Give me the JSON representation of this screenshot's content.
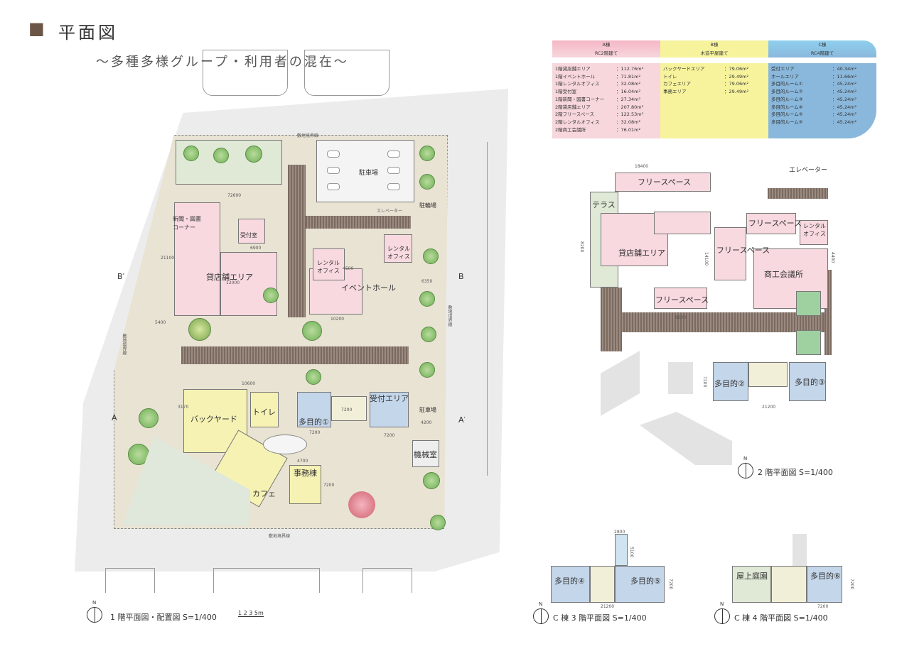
{
  "header": {
    "title_marker": "■",
    "title": "平面図",
    "subtitle": "～多種多様グループ・利用者の混在～"
  },
  "table": {
    "columns": [
      {
        "name": "A棟",
        "structure": "RC2階建て",
        "color": "#f7d6dc",
        "rows": [
          [
            "1階貸店舗エリア",
            "：112.76m²"
          ],
          [
            "1階イベントホール",
            "：71.81m²"
          ],
          [
            "1階レンタルオフィス",
            "：32.08m²"
          ],
          [
            "1階受付室",
            "：16.04m²"
          ],
          [
            "1階新聞・図書コーナー",
            "：27.34m²"
          ],
          [
            "2階貸店舗エリア",
            "：207.80m²"
          ],
          [
            "2階フリースペース",
            "：122.53m²"
          ],
          [
            "2階レンタルオフィス",
            "：32.08m²"
          ],
          [
            "2階商工会議所",
            "：76.01m²"
          ]
        ]
      },
      {
        "name": "B棟",
        "structure": "木造平屋建て",
        "color": "#f6f39c",
        "rows": [
          [
            "バックヤードエリア",
            "：79.06m²"
          ],
          [
            "トイレ",
            "：29.49m²"
          ],
          [
            "カフェエリア",
            "：79.06m²"
          ],
          [
            "事務エリア",
            "：29.49m²"
          ]
        ]
      },
      {
        "name": "C棟",
        "structure": "RC4階建て",
        "color": "#8ab8dc",
        "rows": [
          [
            "受付エリア",
            "：40.34m²"
          ],
          [
            "ホールエリア",
            "：11.66m²"
          ],
          [
            "多目的ルーム①",
            "：45.24m²"
          ],
          [
            "多目的ルーム②",
            "：45.24m²"
          ],
          [
            "多目的ルーム③",
            "：45.24m²"
          ],
          [
            "多目的ルーム④",
            "：45.24m²"
          ],
          [
            "多目的ルーム⑤",
            "：45.24m²"
          ],
          [
            "多目的ルーム⑥",
            "：45.24m²"
          ]
        ]
      }
    ]
  },
  "plan1": {
    "boundary_top": "敷地境界線",
    "boundary_bottom": "敷地境界線",
    "boundary_left": "敷地境界線",
    "boundary_right": "敷地境界線",
    "parking": "駐車場",
    "bike": "駐輪場",
    "elevator": "エレベーター",
    "newspaper": "新聞・図書\nコーナー",
    "reception": "受付室",
    "retail": "貸店舗エリア",
    "rental": "レンタル\nオフィス",
    "rental2": "レンタル\nオフィス",
    "event": "イベントホール",
    "backyard": "バックヤード",
    "toilet": "トイレ",
    "multi1": "多目的①",
    "reception_area": "受付エリア",
    "parking2": "駐車場",
    "machine": "機械室",
    "cafe": "カフェ",
    "office": "事務棟",
    "dims": [
      "72600",
      "21100",
      "6900",
      "10200",
      "5400",
      "10600",
      "7200",
      "7200",
      "7200",
      "4200",
      "4700",
      "7200",
      "3170",
      "6350",
      "4500",
      "12000"
    ],
    "section_b": "B′",
    "section_b2": "B",
    "section_a": "A",
    "section_a2": "A′",
    "caption": "1 階平面図・配置図  S=1/400",
    "scale": "1 2 3    5m"
  },
  "plan2": {
    "free1": "フリースペース",
    "terrace": "テラス",
    "retail": "貸店舗エリア",
    "free2": "フリースペース",
    "free3": "フリースペース",
    "free4": "フリースペース",
    "rental": "レンタル\nオフィス",
    "chamber": "商工会議所",
    "elevator": "エレベーター",
    "multi2": "多目的②",
    "multi3": "多目的③",
    "dims": [
      "18400",
      "8200",
      "14100",
      "4400",
      "8600",
      "7200",
      "21200"
    ],
    "caption": "2 階平面図  S=1/400"
  },
  "plan3": {
    "multi4": "多目的④",
    "multi5": "多目的⑤",
    "dims": [
      "2800",
      "5100",
      "7200",
      "21200"
    ],
    "caption": "C 棟  3 階平面図  S=1/400"
  },
  "plan4": {
    "roof_garden": "屋上庭園",
    "multi6": "多目的⑥",
    "dims": [
      "7200",
      "7200"
    ],
    "caption": "C 棟  4 階平面図  S=1/400"
  }
}
